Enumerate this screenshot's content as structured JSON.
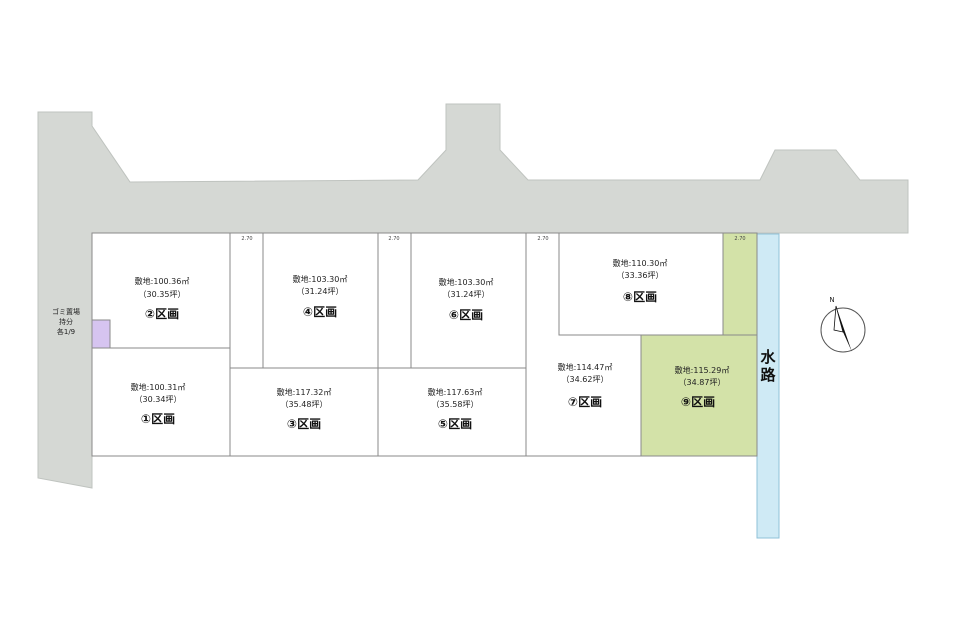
{
  "colors": {
    "road": "#d5d8d4",
    "road_stroke": "#bfc3bf",
    "water": "#cfeaf5",
    "water_stroke": "#8fc1d8",
    "selected_lot": "#d3e2a8",
    "garbage": "#d6c4f0"
  },
  "lots": [
    {
      "no": "①区画",
      "area": "敷地:100.31㎡",
      "tsubo": "（30.34坪）"
    },
    {
      "no": "②区画",
      "area": "敷地:100.36㎡",
      "tsubo": "（30.35坪）"
    },
    {
      "no": "③区画",
      "area": "敷地:117.32㎡",
      "tsubo": "（35.48坪）"
    },
    {
      "no": "④区画",
      "area": "敷地:103.30㎡",
      "tsubo": "（31.24坪）"
    },
    {
      "no": "⑤区画",
      "area": "敷地:117.63㎡",
      "tsubo": "（35.58坪）"
    },
    {
      "no": "⑥区画",
      "area": "敷地:103.30㎡",
      "tsubo": "（31.24坪）"
    },
    {
      "no": "⑦区画",
      "area": "敷地:114.47㎡",
      "tsubo": "（34.62坪）"
    },
    {
      "no": "⑧区画",
      "area": "敷地:110.30㎡",
      "tsubo": "（33.36坪）"
    },
    {
      "no": "⑨区画",
      "area": "敷地:115.29㎡",
      "tsubo": "（34.87坪）"
    }
  ],
  "path_width_label": "2.70",
  "garbage": {
    "line1": "ゴミ置場",
    "line2": "持分",
    "line3": "各1/9"
  },
  "waterway": {
    "char1": "水",
    "char2": "路"
  },
  "north": {
    "label": "N"
  }
}
